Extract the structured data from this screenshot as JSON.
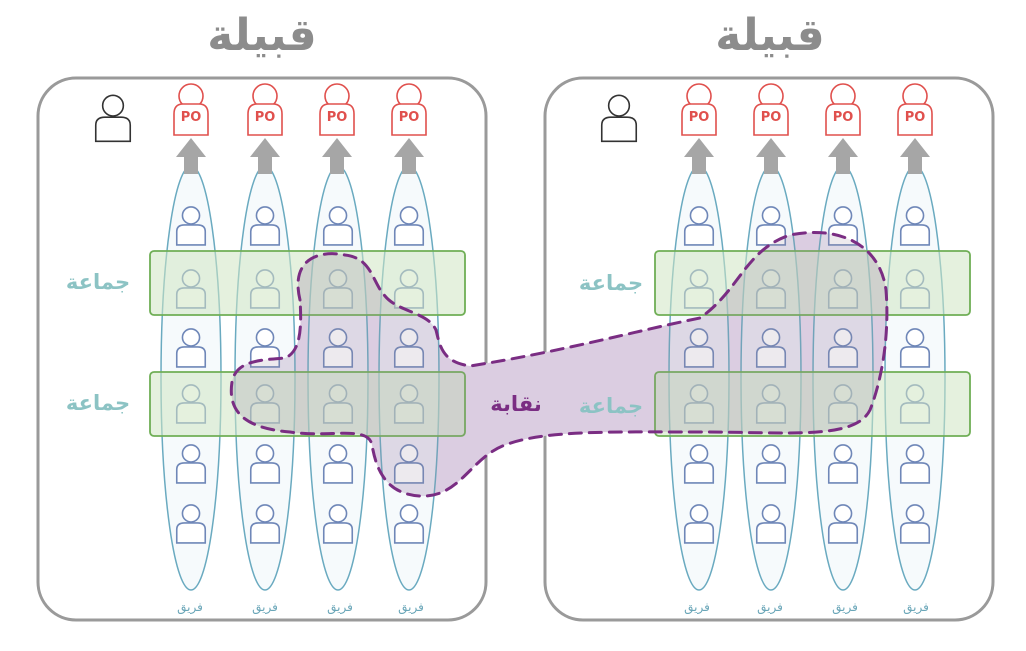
{
  "tribes": [
    {
      "title": "قبيلة",
      "chapters": [
        "جماعة",
        "جماعة"
      ],
      "teams": [
        {
          "label": "فريق",
          "po": "PO"
        },
        {
          "label": "فريق",
          "po": "PO"
        },
        {
          "label": "فريق",
          "po": "PO"
        },
        {
          "label": "فريق",
          "po": "PO"
        }
      ]
    },
    {
      "title": "قبيلة",
      "chapters": [
        "جماعة",
        "جماعة"
      ],
      "teams": [
        {
          "label": "فريق",
          "po": "PO"
        },
        {
          "label": "فريق",
          "po": "PO"
        },
        {
          "label": "فريق",
          "po": "PO"
        },
        {
          "label": "فريق",
          "po": "PO"
        }
      ]
    }
  ],
  "guild": {
    "label": "نقابة"
  },
  "colors": {
    "tribe_border": "#9a9a9a",
    "team_outline": "#6aaac0",
    "team_fill": "#eef6f9",
    "chapter_fill": "#cfe6c2",
    "chapter_border": "#6fae55",
    "guild_fill": "#e9dcef",
    "guild_border": "#7a2d83",
    "po_color": "#e0504d",
    "arrow": "#a6a6a6",
    "person_outline": "#6f87b8"
  },
  "icons": {
    "tribe_lead": "person-icon",
    "product_owner": "product-owner-icon",
    "member": "person-icon",
    "arrow": "arrow-up-icon"
  }
}
